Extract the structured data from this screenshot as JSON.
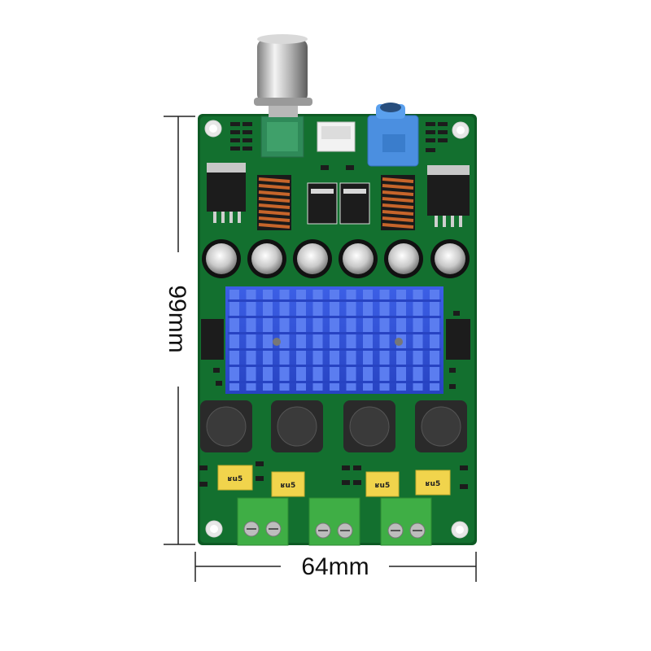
{
  "dimensions": {
    "height_label": "99mm",
    "width_label": "64mm"
  },
  "capacitor_marking": "ʁu5",
  "colors": {
    "pcb": "#13702f",
    "pcb_edge": "#0d5a24",
    "heatsink": "#2d50d6",
    "heatsink_fin": "#5b7df0",
    "terminal": "#3fae45",
    "jack": "#4b8fe0",
    "yellow_cap": "#f1d44c"
  },
  "components": {
    "volume_knob": "volume-knob",
    "audio_jack": "audio-jack",
    "power_header": "power-header",
    "heatsink": "heatsink",
    "inductors": 4,
    "electrolytic_caps": 6,
    "screw_terminals": 3
  }
}
